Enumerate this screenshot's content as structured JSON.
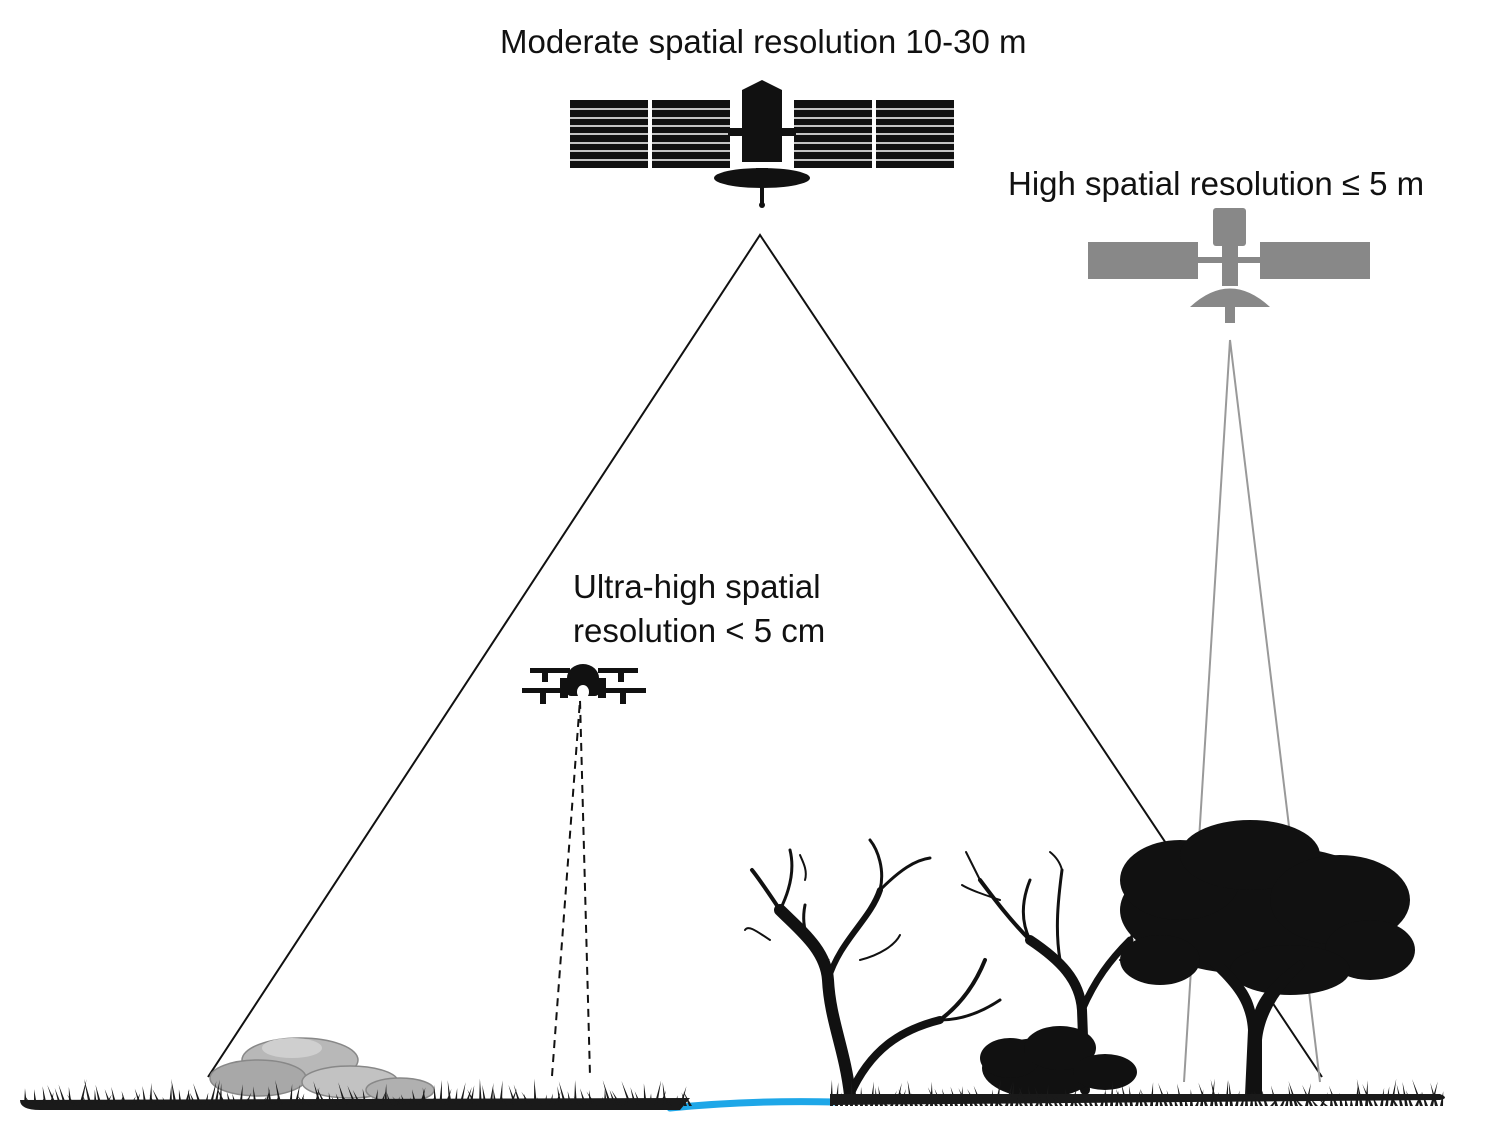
{
  "labels": {
    "moderate": "Moderate spatial resolution 10-30 m",
    "high": "High spatial resolution ≤ 5 m",
    "ultra_line1": "Ultra-high spatial",
    "ultra_line2": "resolution < 5 cm"
  },
  "platforms": [
    {
      "id": "moderate-satellite",
      "icon": "satellite-icon",
      "color": "#111111"
    },
    {
      "id": "high-satellite",
      "icon": "satellite-icon",
      "color": "#888888"
    },
    {
      "id": "drone",
      "icon": "drone-icon",
      "color": "#111111"
    }
  ],
  "ground": {
    "grass_color": "#1a1a1a",
    "rock_color": "#b5b5b5",
    "water_color": "#1ea7e8",
    "tree_color": "#111111"
  }
}
